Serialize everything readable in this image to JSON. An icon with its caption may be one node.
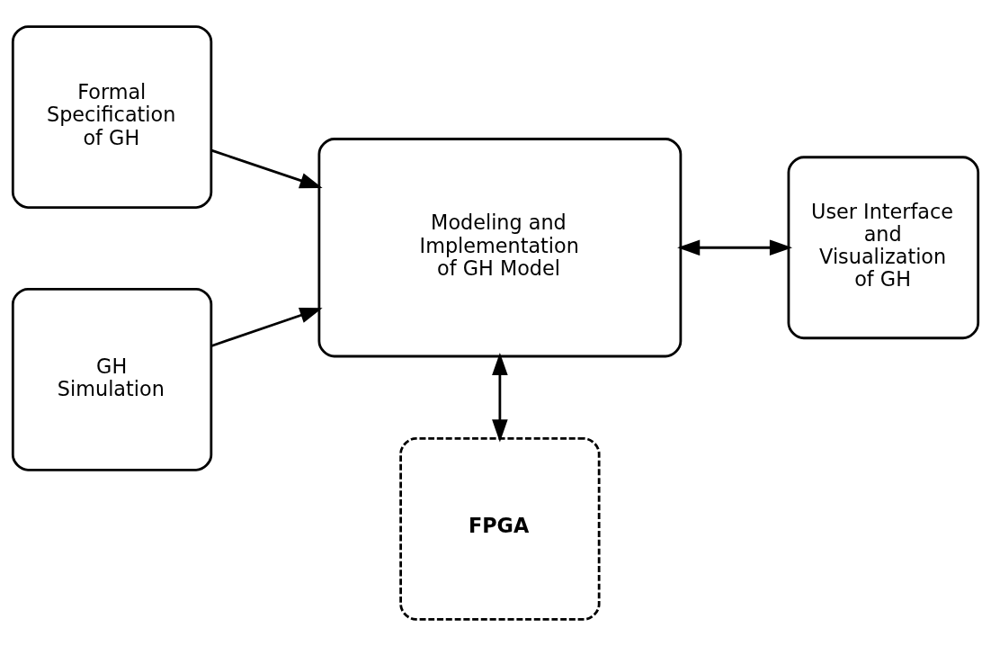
{
  "diagram": {
    "nodes": [
      {
        "text": [
          "FPGA"
        ]
      },
      {
        "text": [
          "Formal Specification of GH"
        ]
      },
      {
        "text": [
          "GH Simulation"
        ]
      },
      {
        "text": [
          "Modeling and Implementation of GH Model"
        ]
      },
      {
        "text": [
          "User Interface and Visualization of GH"
        ]
      }
    ],
    "edges": [
      {
        "from": 3,
        "to": 0,
        "arrow": "both"
      },
      {
        "from": 1,
        "to": 3,
        "arrow": "to"
      },
      {
        "from": 2,
        "to": 3,
        "arrow": "to"
      },
      {
        "from": 3,
        "to": 4,
        "arrow": "both"
      }
    ]
  }
}
